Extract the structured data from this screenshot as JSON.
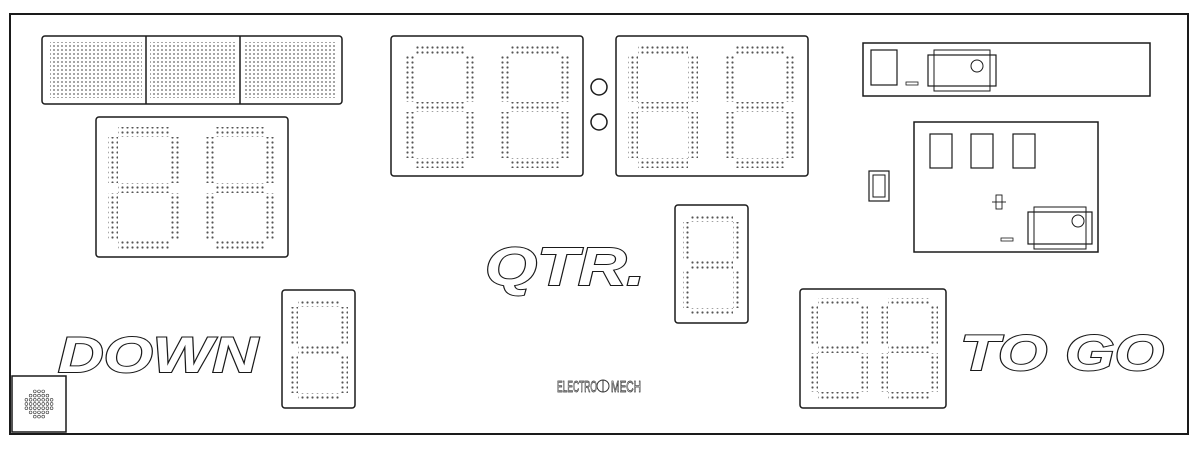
{
  "labels": {
    "down": "DOWN",
    "qtr": "QTR.",
    "to_go": "TO GO"
  },
  "logo": {
    "left": "ELECTRO",
    "right": "MECH"
  },
  "colors": {
    "outline": "#1a1a1a",
    "background": "#ffffff",
    "led_dot": "#555555"
  },
  "icons": {
    "horn": "speaker-grille-icon",
    "photocell": "sensor-icon",
    "receiver": "receiver-module-icon"
  }
}
